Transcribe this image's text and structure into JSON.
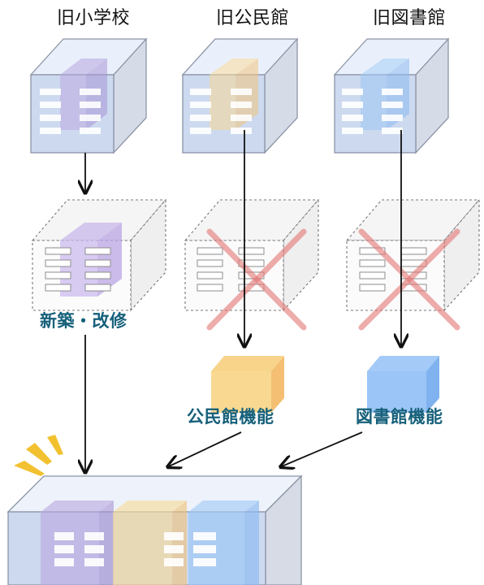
{
  "buildings": {
    "school": {
      "label": "旧小学校"
    },
    "community_hall": {
      "label": "旧公民館"
    },
    "library": {
      "label": "旧図書館"
    }
  },
  "stages": {
    "rebuild_label": "新築・改修",
    "community_function": "公民館機能",
    "library_function": "図書館機能"
  },
  "colors": {
    "label_teal": "#16607a",
    "school_purple": "#b9a9d9",
    "community_orange": "#f7d58f",
    "library_blue": "#8ebdf2",
    "cross_red": "#e37b79",
    "highlight_yellow": "#f2c12f"
  }
}
